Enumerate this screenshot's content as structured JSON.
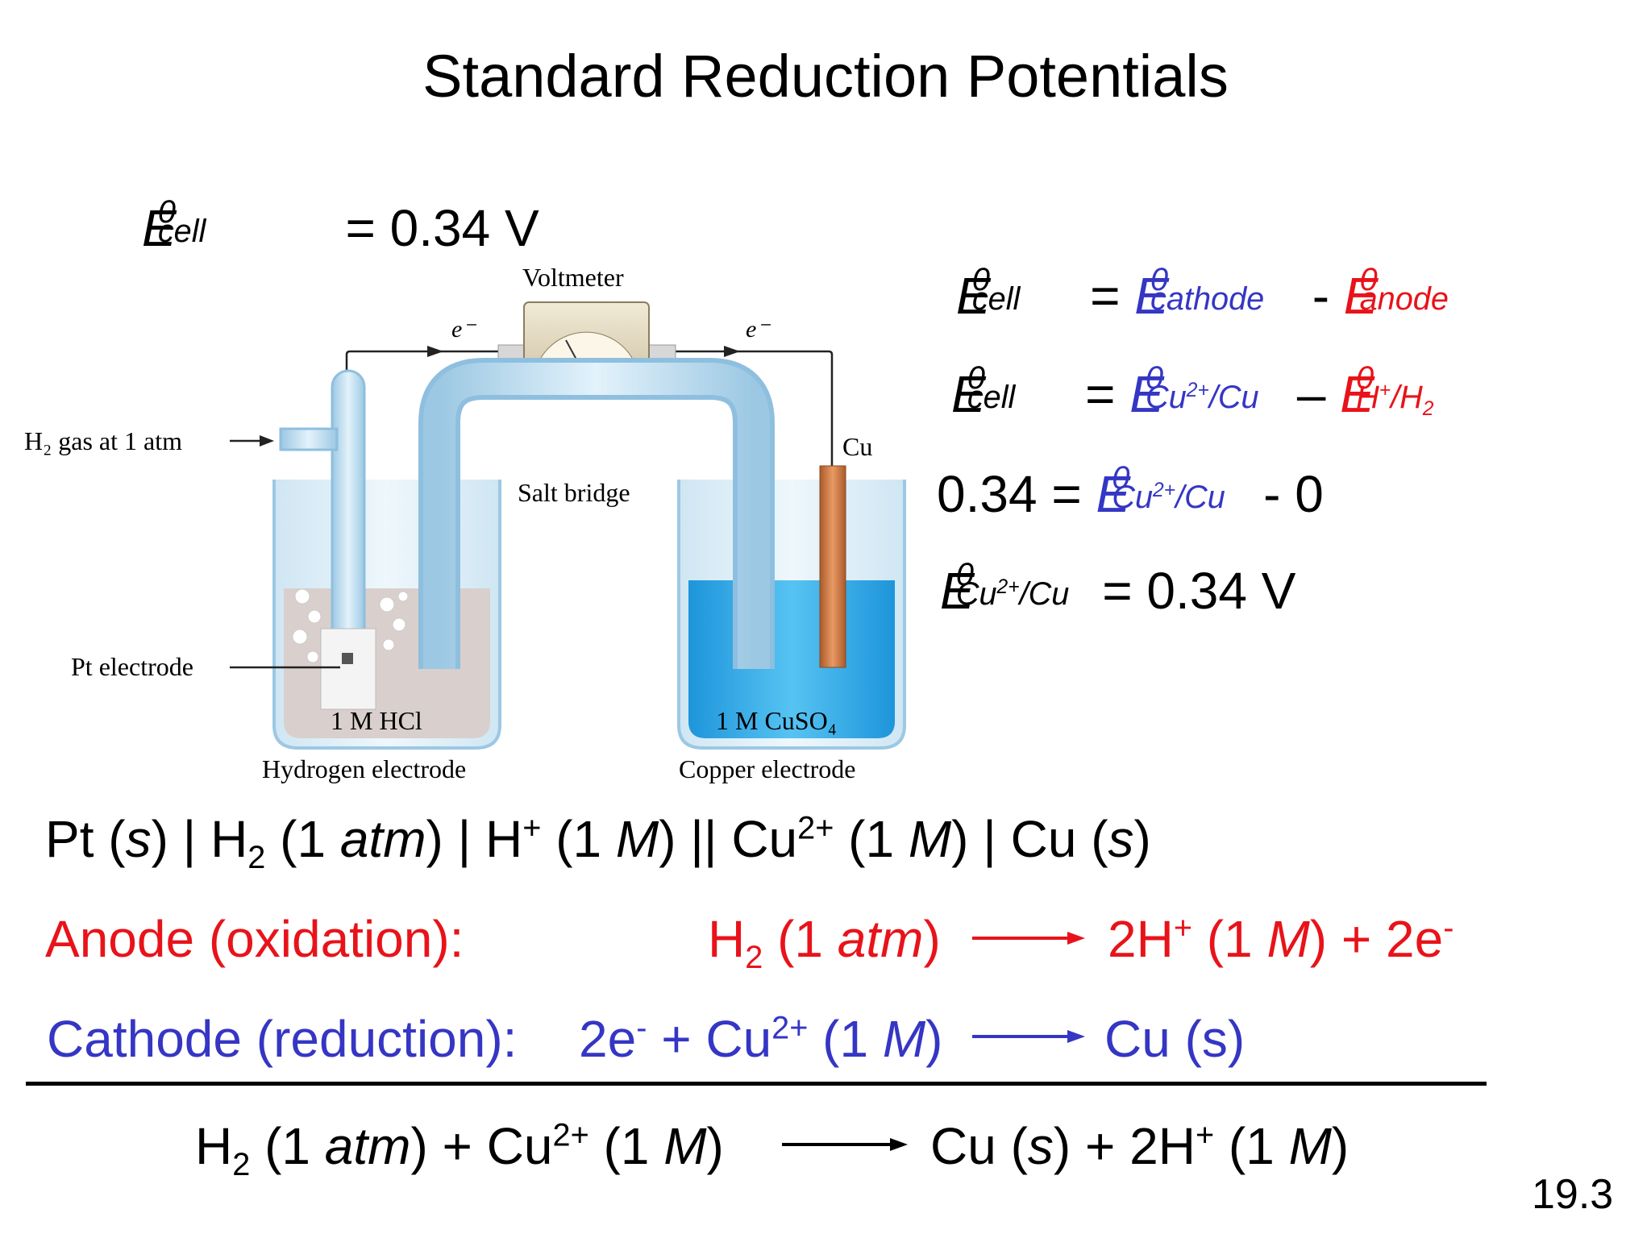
{
  "title": "Standard Reduction Potentials",
  "ecell_value": "= 0.34 V",
  "symbols": {
    "E": "E",
    "zero": "0",
    "cell": "cell",
    "cathode": "cathode",
    "anode": "anode",
    "cu_sub": "Cu",
    "two_plus": "2+",
    "slash_cu": "/Cu",
    "h_sub": "H",
    "plus": "+",
    "slash_h": "/H",
    "two": "2"
  },
  "equations": {
    "eq1_ops": [
      "=",
      "-"
    ],
    "eq2_ops": [
      "=",
      "–"
    ],
    "eq3_lhs": "0.34 =",
    "eq3_rhs": "- 0",
    "eq4_rhs": "= 0.34 V"
  },
  "diagram": {
    "voltmeter": "Voltmeter",
    "electron": "e⁻",
    "h2_gas": "H₂ gas at 1 atm",
    "cu": "Cu",
    "salt_bridge": "Salt bridge",
    "pt_electrode": "Pt electrode",
    "hcl": "1 M HCl",
    "cuso4": "1 M CuSO₄",
    "hydrogen_electrode": "Hydrogen electrode",
    "copper_electrode": "Copper electrode"
  },
  "cell_notation": {
    "parts": [
      "Pt (",
      "s",
      ") | H",
      "2",
      " (1 ",
      "atm",
      ") | H",
      "+",
      " (1 ",
      "M",
      ") || Cu",
      "2+",
      " (1 ",
      "M",
      ") | Cu (",
      "s",
      ")"
    ]
  },
  "anode": {
    "label": "Anode (oxidation):",
    "lhs": [
      "H",
      "2",
      " (1 ",
      "atm",
      ")"
    ],
    "rhs": [
      "2H",
      "+",
      " (1 ",
      "M",
      ") + 2e",
      "-"
    ]
  },
  "cathode": {
    "label": "Cathode (reduction):",
    "lhs": [
      "2e",
      "-",
      " + Cu",
      "2+",
      " (1 ",
      "M",
      ")"
    ],
    "rhs": "Cu (s)"
  },
  "overall": {
    "lhs": [
      "H",
      "2",
      " (1 ",
      "atm",
      ") + Cu",
      "2+",
      " (1 ",
      "M",
      ")"
    ],
    "rhs": [
      "Cu (",
      "s",
      ") + 2H",
      "+",
      " (1 ",
      "M",
      ")"
    ]
  },
  "slide_number": "19.3",
  "colors": {
    "anode": "#e8131a",
    "cathode": "#3536c4",
    "cuso4": "#1aa3e6",
    "copper": "#c8703a"
  }
}
